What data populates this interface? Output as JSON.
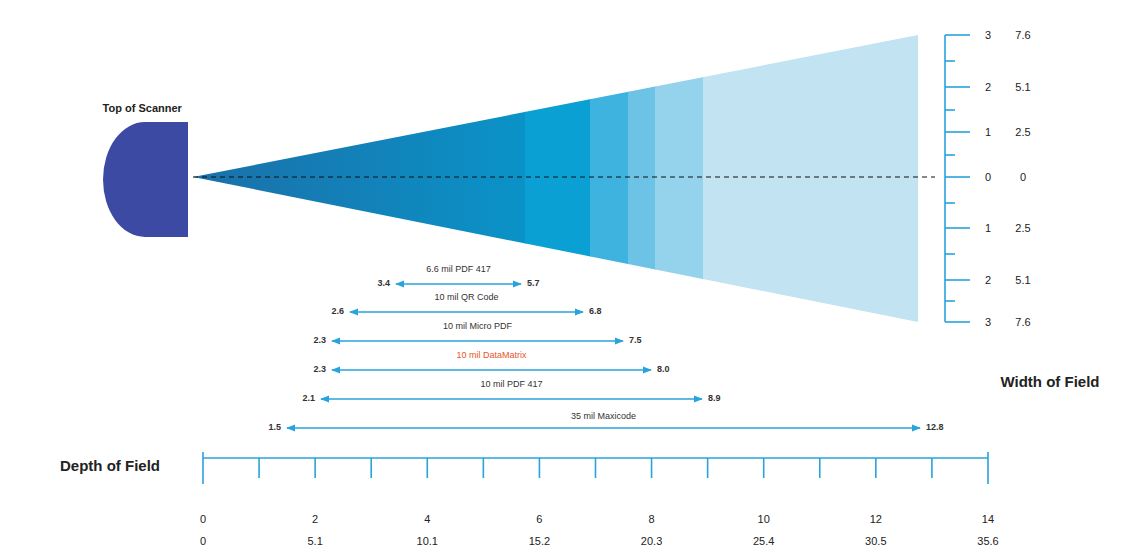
{
  "diagram": {
    "nodes": [
      {
        "text": [
          "Top of Scanner"
        ]
      }
    ],
    "labels": [
      "Width of Field",
      "Depth of Field",
      "3.4",
      "6.6 mil PDF 417",
      "5.7",
      "2.6",
      "10 mil QR Code",
      "6.8",
      "2.3",
      "10 mil Micro PDF",
      "7.5",
      "2.3",
      "10 mil DataMatrix",
      "8.0",
      "2.1",
      "10 mil PDF 417",
      "8.9",
      "1.5",
      "35 mil Maxicode",
      "12.8",
      "0",
      "2",
      "4",
      "6",
      "8",
      "10",
      "12",
      "14",
      "0",
      "5.1",
      "10.1",
      "15.2",
      "20.3",
      "25.4",
      "30.5",
      "35.6",
      "3",
      "7.6",
      "2",
      "5.1",
      "1",
      "2.5",
      "0",
      "0",
      "1",
      "2.5",
      "2",
      "5.1",
      "3",
      "7.6"
    ]
  }
}
